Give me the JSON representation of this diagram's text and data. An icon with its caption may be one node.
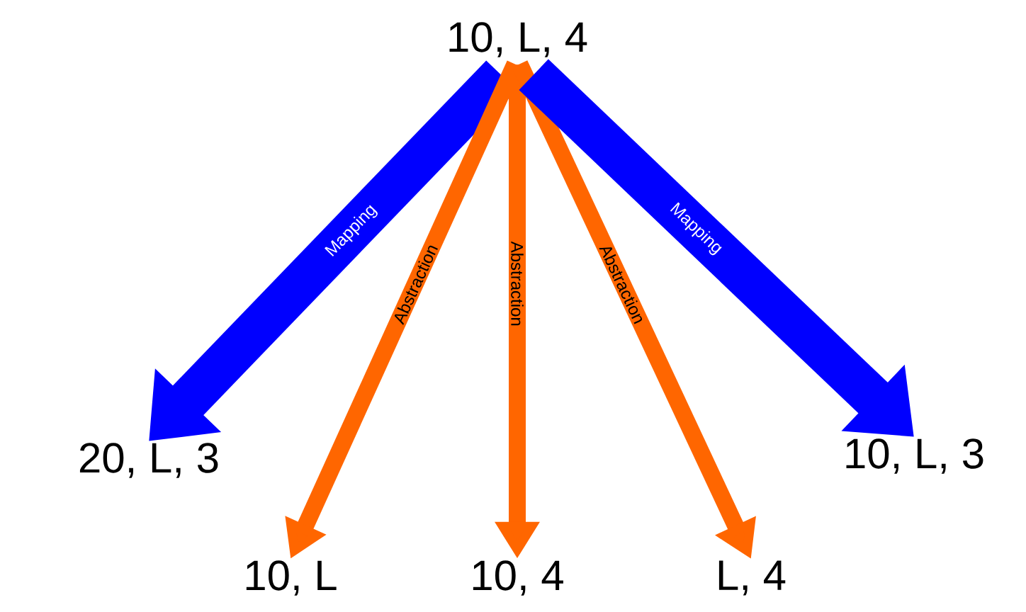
{
  "diagram": {
    "nodes": [
      {
        "text": [
          "10, L, 4"
        ]
      },
      {
        "text": [
          "20, L, 3"
        ]
      },
      {
        "text": [
          "10, L, 3"
        ]
      },
      {
        "text": [
          "10, L"
        ]
      },
      {
        "text": [
          "10, 4"
        ]
      },
      {
        "text": [
          "L, 4"
        ]
      }
    ],
    "edges": [
      {
        "from": 0,
        "to": 1,
        "arrow": "to",
        "label": "Mapping",
        "style": "thick",
        "color": "#0000ff"
      },
      {
        "from": 0,
        "to": 3,
        "arrow": "to",
        "label": "Abstraction",
        "color": "#ff6600"
      },
      {
        "from": 0,
        "to": 4,
        "arrow": "to",
        "label": "Abstraction",
        "color": "#ff6600"
      },
      {
        "from": 0,
        "to": 5,
        "arrow": "to",
        "label": "Abstraction",
        "color": "#ff6600"
      },
      {
        "from": 0,
        "to": 2,
        "arrow": "to",
        "label": "Mapping",
        "style": "thick",
        "color": "#0000ff"
      }
    ]
  }
}
